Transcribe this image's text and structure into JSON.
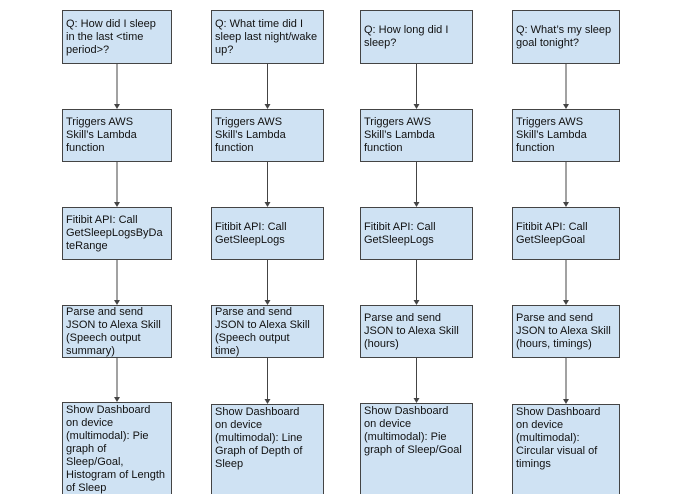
{
  "flows": [
    {
      "steps": [
        "Q: How did I sleep\nin the last <time\nperiod>?",
        "Triggers AWS\nSkill’s Lambda\nfunction",
        "Fitibit API: Call\nGetSleepLogsByDa\nteRange",
        "Parse and send\nJSON to Alexa Skill\n(Speech output\nsummary)",
        "Show Dashboard\non device\n(multimodal): Pie\ngraph of\nSleep/Goal,\nHistogram of Length\nof Sleep"
      ]
    },
    {
      "steps": [
        "Q: What time did I\nsleep last night/wake\nup?",
        "Triggers AWS\nSkill’s Lambda\nfunction",
        "Fitibit API: Call\nGetSleepLogs",
        "Parse and send\nJSON to Alexa Skill\n(Speech output\ntime)",
        "Show Dashboard\non device\n(multimodal): Line\nGraph of Depth of\nSleep"
      ]
    },
    {
      "steps": [
        "Q: How long did I\nsleep?",
        "Triggers AWS\nSkill’s Lambda\nfunction",
        "Fitibit API: Call\nGetSleepLogs",
        "Parse and send\nJSON to Alexa Skill\n(hours)",
        "Show Dashboard\non device\n(multimodal): Pie\ngraph of Sleep/Goal"
      ]
    },
    {
      "steps": [
        "Q: What’s my sleep\ngoal tonight?",
        "Triggers AWS\nSkill’s Lambda\nfunction",
        "Fitibit API: Call\nGetSleepGoal",
        "Parse and send\nJSON to Alexa Skill\n(hours, timings)",
        "Show Dashboard\non device\n(multimodal):\nCircular visual of\ntimings"
      ]
    }
  ],
  "colors": {
    "node_fill": "#cfe2f3",
    "node_border": "#444444",
    "connector": "#444444",
    "text": "#111111"
  }
}
